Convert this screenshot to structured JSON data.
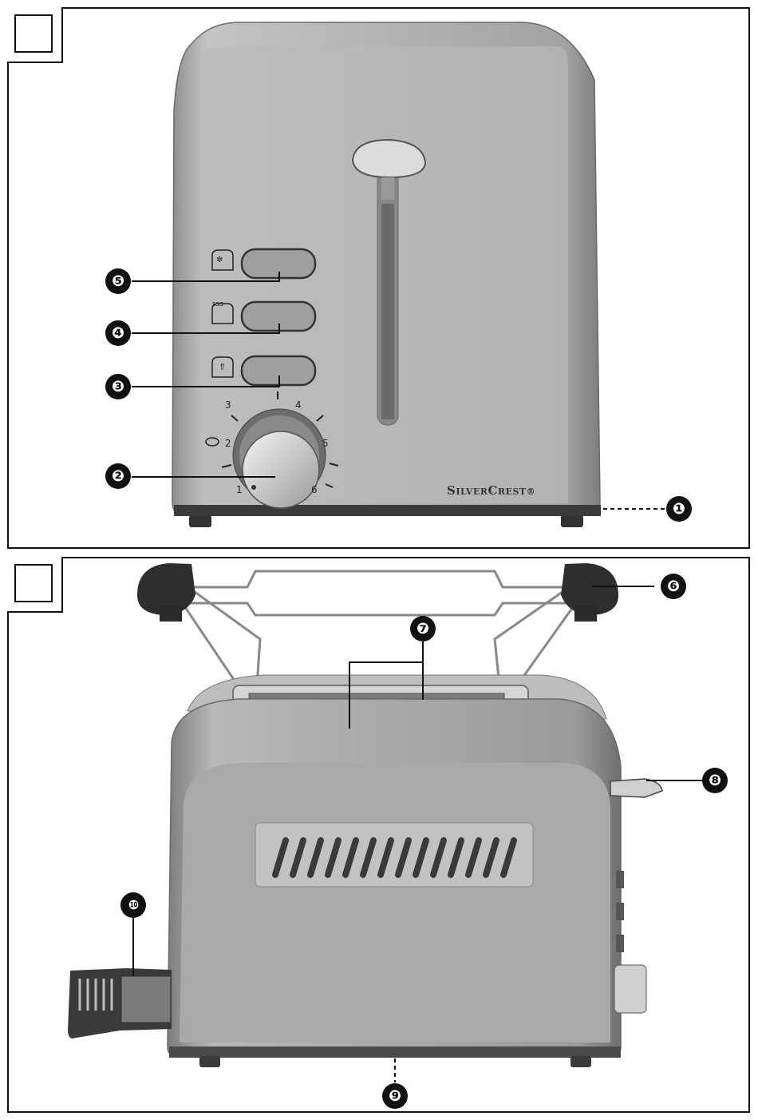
{
  "brand": {
    "name_part1": "S",
    "name_part2": "ILVER",
    "name_part3": "C",
    "name_part4": "REST",
    "reg": "®"
  },
  "dial": {
    "labels": [
      "1",
      "2",
      "3",
      "4",
      "5",
      "6"
    ]
  },
  "callouts": {
    "c1": "❶",
    "c2": "❷",
    "c3": "❸",
    "c4": "❹",
    "c5": "❺",
    "c6": "❻",
    "c7": "❼",
    "c8": "❽",
    "c9": "❾",
    "c10": "❿"
  },
  "icons": {
    "defrost": "snowflake-bread-icon",
    "reheat": "steam-bread-icon",
    "cancel": "eject-bread-icon",
    "bagel": "bagel-icon"
  },
  "colors": {
    "body": "#a9a9a9",
    "ink": "#111111",
    "chrome": "#d9d9d9"
  }
}
